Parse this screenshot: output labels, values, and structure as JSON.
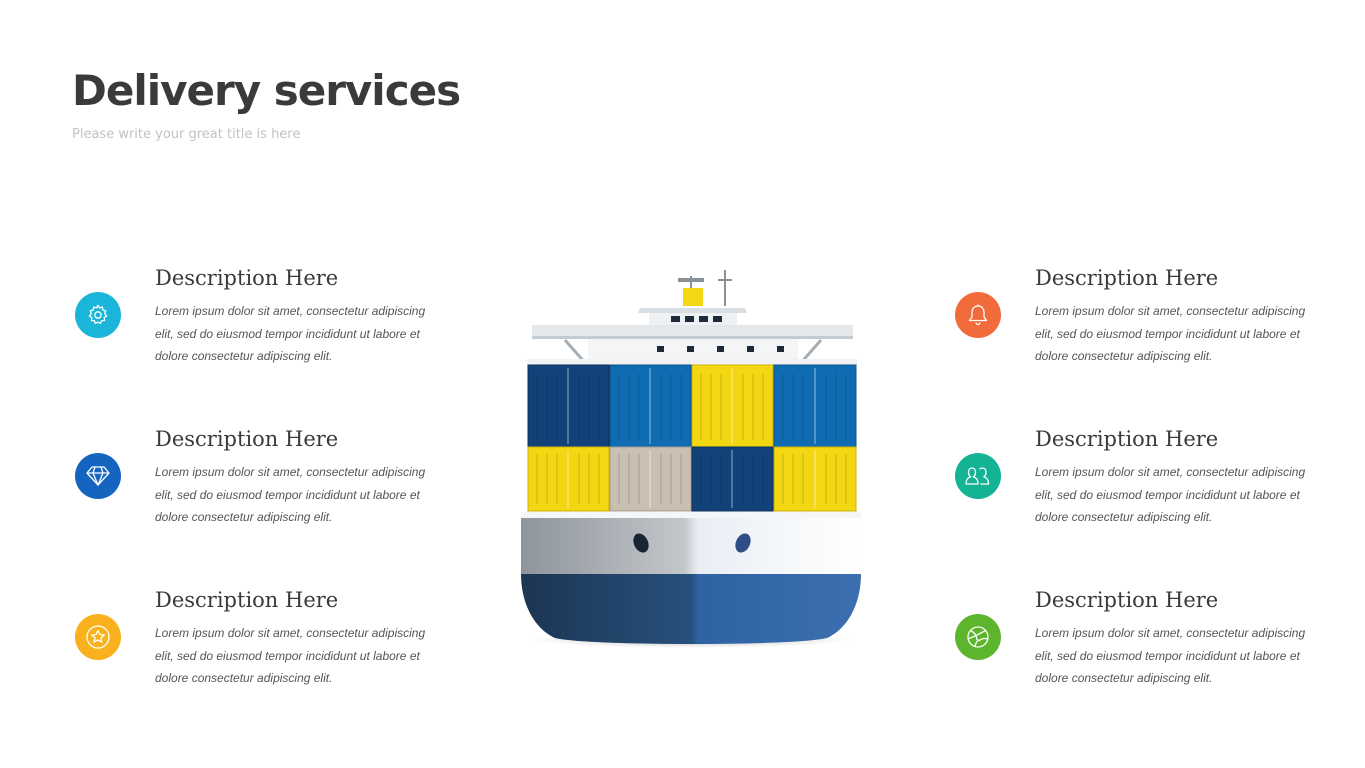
{
  "header": {
    "title": "Delivery services",
    "subtitle": "Please write your great title is here"
  },
  "features": [
    {
      "heading": "Description Here",
      "text": "Lorem ipsum dolor sit amet, consectetur  adipiscing elit, sed do eiusmod tempor incididunt ut labore et dolore consectetur  adipiscing elit.",
      "icon": "gear-icon",
      "color": "#1AB5D8"
    },
    {
      "heading": "Description Here",
      "text": "Lorem ipsum dolor sit amet, consectetur  adipiscing elit, sed do eiusmod tempor incididunt ut labore et dolore consectetur  adipiscing elit.",
      "icon": "diamond-icon",
      "color": "#1565C0"
    },
    {
      "heading": "Description Here",
      "text": "Lorem ipsum dolor sit amet, consectetur  adipiscing elit, sed do eiusmod tempor incididunt ut labore et dolore consectetur  adipiscing elit.",
      "icon": "star-icon",
      "color": "#F9B21D"
    },
    {
      "heading": "Description Here",
      "text": "Lorem ipsum dolor sit amet, consectetur  adipiscing elit, sed do eiusmod tempor incididunt ut labore et dolore consectetur  adipiscing elit.",
      "icon": "bell-icon",
      "color": "#F26B3A"
    },
    {
      "heading": "Description Here",
      "text": "Lorem ipsum dolor sit amet, consectetur  adipiscing elit, sed do eiusmod tempor incididunt ut labore et dolore consectetur  adipiscing elit.",
      "icon": "users-icon",
      "color": "#14B394"
    },
    {
      "heading": "Description Here",
      "text": "Lorem ipsum dolor sit amet, consectetur  adipiscing elit, sed do eiusmod tempor incididunt ut labore et dolore consectetur  adipiscing elit.",
      "icon": "basketball-icon",
      "color": "#5DB52E"
    }
  ],
  "illustration": {
    "icon": "cargo-ship-illustration",
    "colors": {
      "container_blue": "#0F6CB3",
      "container_navy": "#13427A",
      "container_yellow": "#F2D712",
      "container_beige": "#C9C0B2",
      "hull_top": "#9AA0A6",
      "hull_bottom": "#1E3E63"
    }
  }
}
